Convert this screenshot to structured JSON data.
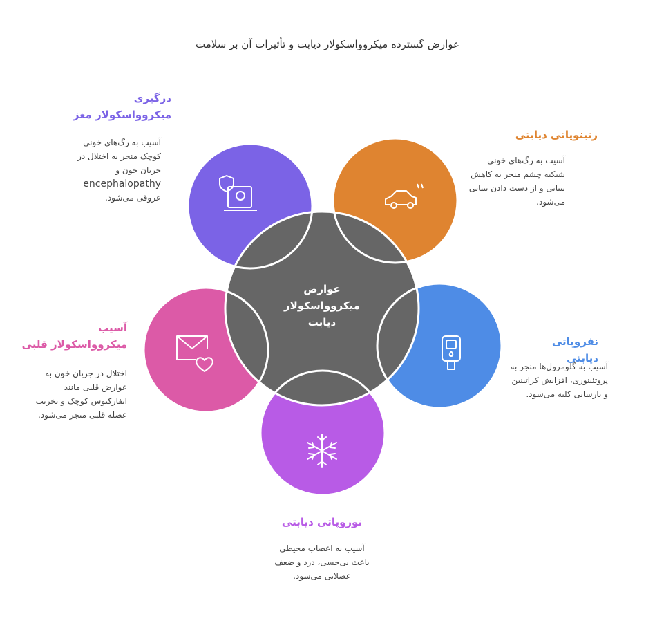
{
  "title": "عوارض گسترده میکروواسکولار دیابت و تأثیرات آن بر سلامت",
  "center": {
    "lines": [
      "عوارض",
      "میکروواسکولار",
      "دیابت"
    ],
    "color": "#666666"
  },
  "items": [
    {
      "key": "brain",
      "color": "#7B63E6",
      "icon": "laptop-skull-shield-icon",
      "heading": [
        "درگیری",
        "میکروواسکولار مغز"
      ],
      "desc": [
        "آسیب به رگ‌های خونی",
        "کوچک منجر به اختلال در",
        "جریان خون و",
        "encephalopathy",
        "عروقی می‌شود."
      ]
    },
    {
      "key": "retinopathy",
      "color": "#DF8430",
      "icon": "car-icon",
      "heading": [
        "رتینوپاتی دیابتی"
      ],
      "desc": [
        "آسیب به رگ‌های خونی",
        "شبکیه چشم منجر به کاهش",
        "بینایی و از دست دادن بینایی",
        "می‌شود."
      ]
    },
    {
      "key": "nephropathy",
      "color": "#4E8CE6",
      "icon": "glucose-meter-icon",
      "heading": [
        "نفروپاتی دیابتی"
      ],
      "desc": [
        "آسیب به گلومرول‌ها منجر به",
        "پروتئینوری، افزایش کراتینین",
        "و نارسایی کلیه می‌شود."
      ]
    },
    {
      "key": "cardiac",
      "color": "#DC5AA7",
      "icon": "heart-mail-icon",
      "heading": [
        "آسیب",
        "میکروواسکولار قلبی"
      ],
      "desc": [
        "اختلال در جریان خون به",
        "عوارض قلبی مانند",
        "انفارکتوس کوچک و تخریب",
        "عضله قلبی منجر می‌شود."
      ]
    },
    {
      "key": "neuropathy",
      "color": "#B85BE6",
      "icon": "snowflake-icon",
      "heading": [
        "نوروپاتی دیابتی"
      ],
      "desc": [
        "آسیب به اعصاب محیطی",
        "باعث بی‌حسی، درد و ضعف",
        "عضلانی می‌شود."
      ]
    }
  ]
}
